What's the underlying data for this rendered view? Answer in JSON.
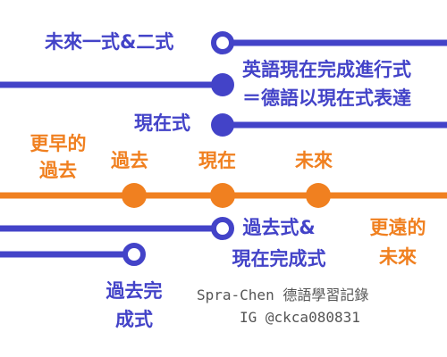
{
  "colors": {
    "blue": "#4343c8",
    "orange": "#f08020",
    "credit_gray": "#555555"
  },
  "labels": {
    "future_first_second": "未來一式&二式",
    "en_present_perfect_line1": "英語現在完成進行式",
    "en_present_perfect_line2": "＝德語以現在式表達",
    "present_tense": "現在式",
    "earlier_past_line1": "更早的",
    "earlier_past_line2": "過去",
    "past": "過去",
    "present": "現在",
    "future": "未來",
    "past_and_present_perfect_line1": "過去式&",
    "past_and_present_perfect_line2": "現在完成式",
    "further_future_line1": "更遠的",
    "further_future_line2": "未來",
    "past_perfect_line1": "過去完",
    "past_perfect_line2": "成式"
  },
  "credit": {
    "line1": "Spra-Chen 德語學習記錄",
    "line2": "IG @ckca080831"
  }
}
